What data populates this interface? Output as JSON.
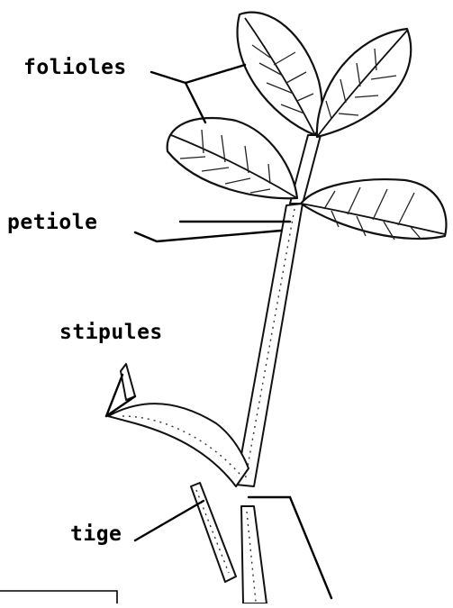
{
  "labels": {
    "folioles": "folioles",
    "petiole": "petiole",
    "stipules": "stipules",
    "tige": "tige"
  },
  "icons": [
    "leaflet-icon",
    "stem-icon"
  ],
  "colors": {
    "ink": "#000000",
    "paper": "#ffffff"
  }
}
